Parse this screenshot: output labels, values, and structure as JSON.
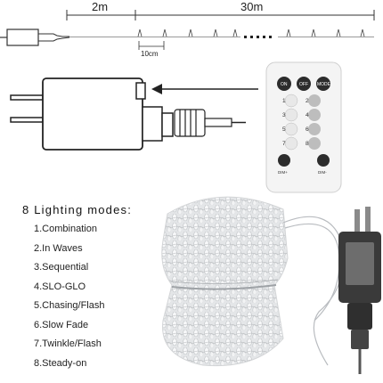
{
  "dimensions": {
    "lead_length": "2m",
    "string_length": "30m",
    "bulb_spacing": "10cm"
  },
  "remote": {
    "top_buttons": [
      "ON",
      "OFF",
      "MODE"
    ],
    "number_buttons": [
      "1",
      "2",
      "3",
      "4",
      "5",
      "6",
      "7",
      "8"
    ],
    "dim_plus": "DIM+",
    "dim_minus": "DIM-"
  },
  "modes": {
    "title": "8 Lighting modes:",
    "items": [
      "1.Combination",
      "2.In Waves",
      "3.Sequential",
      "4.SLO-GLO",
      "5.Chasing/Flash",
      "6.Slow Fade",
      "7.Twinkle/Flash",
      "8.Steady-on"
    ]
  },
  "colors": {
    "line": "#333333",
    "remote_body": "#f4f4f4",
    "remote_button": "#2c2c2c",
    "adapter_body": "#3a3a3a",
    "lights_wire": "#b9bcc0"
  }
}
